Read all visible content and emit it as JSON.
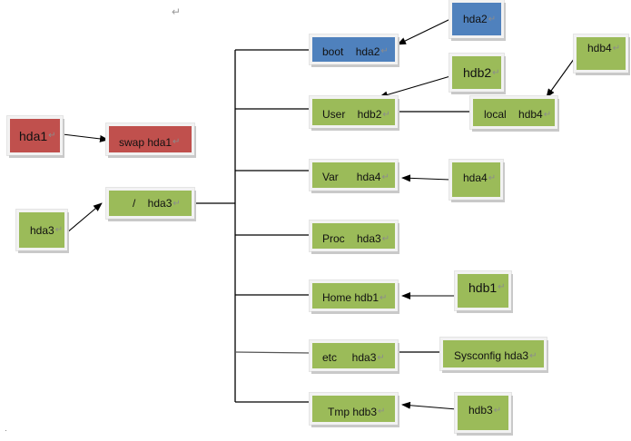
{
  "doc_marks": {
    "return_mark": "↵"
  },
  "colors": {
    "green": "#9bbb59",
    "blue": "#4f81bd",
    "red": "#c0504d"
  },
  "nodes": {
    "hda1_src": "hda1",
    "swap": "swap hda1",
    "hda3_src": "hda3",
    "root": "/    hda3",
    "boot": "boot    hda2",
    "hda2_src": "hda2",
    "user": "User    hdb2",
    "hdb2_src": "hdb2",
    "local": "local    hdb4",
    "hdb4_src": "hdb4",
    "var": "Var      hda4",
    "hda4_src": "hda4",
    "proc": "Proc    hda3",
    "home": "Home hdb1",
    "hdb1_src": "hdb1",
    "etc": "etc     hda3",
    "sysconfig": "Sysconfig hda3",
    "tmp": "Tmp hdb3",
    "hdb3_src": "hdb3"
  }
}
